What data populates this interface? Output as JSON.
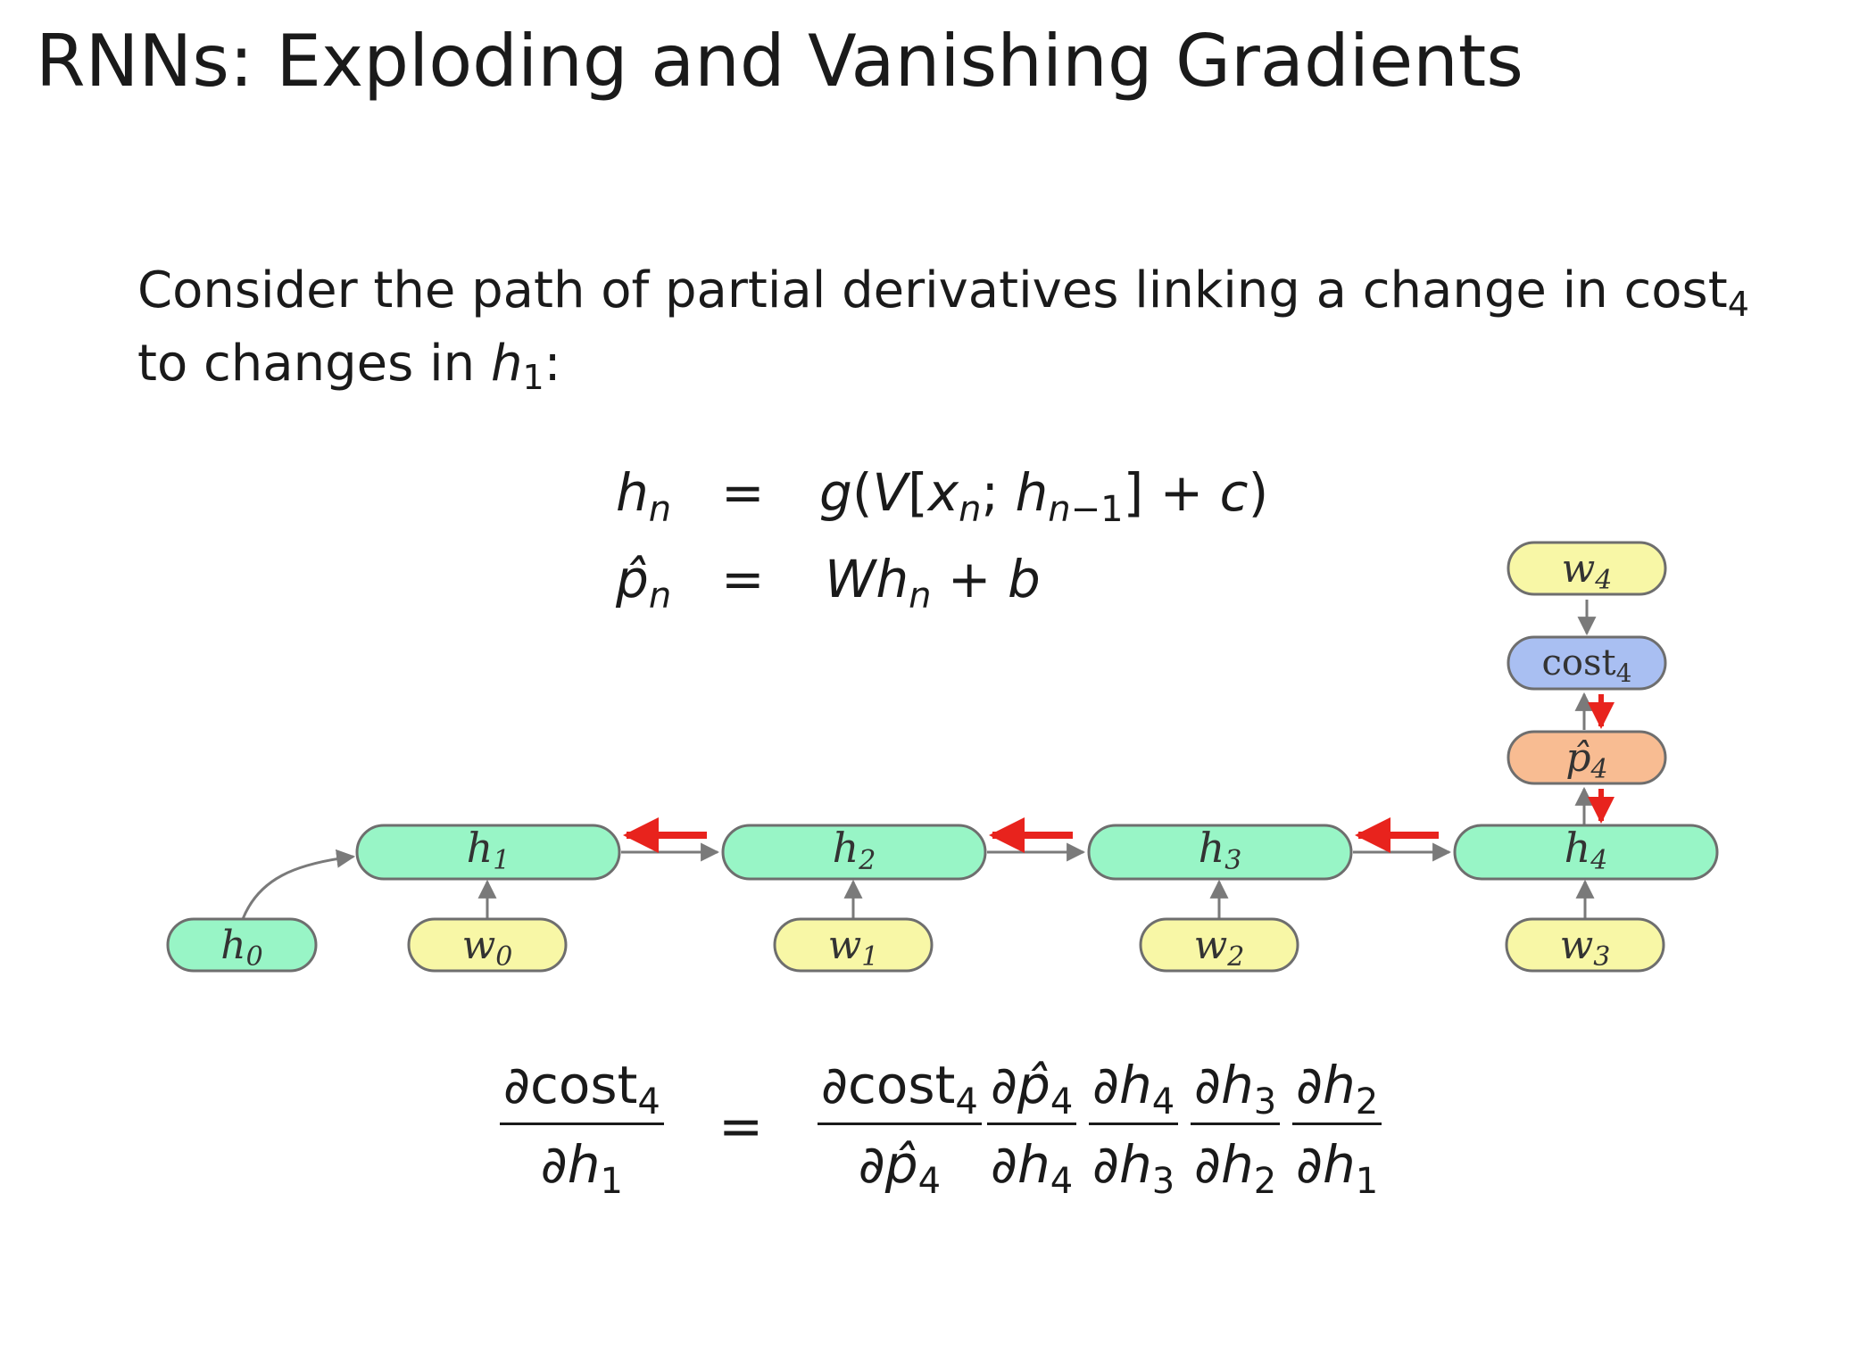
{
  "slide": {
    "title": "RNNs: Exploding and Vanishing Gradients",
    "intro_part1": "Consider the path of partial derivatives linking a change in cost",
    "intro_sub1": "4",
    "intro_part2": " to changes in ",
    "intro_var": "h",
    "intro_sub2": "1",
    "intro_end": ":"
  },
  "equations": {
    "eq1_lhs": "h",
    "eq1_lhs_sub": "n",
    "eq1_eq": "=",
    "eq1_rhs": "g(V[x; h] + c)",
    "eq2_lhs": "p̂",
    "eq2_lhs_sub": "n",
    "eq2_eq": "=",
    "eq2_rhs": "Wh + b"
  },
  "diagram": {
    "nodes": {
      "h0": {
        "label": "h",
        "sub": "0",
        "color": "#98f5c6"
      },
      "h1": {
        "label": "h",
        "sub": "1",
        "color": "#98f5c6"
      },
      "h2": {
        "label": "h",
        "sub": "2",
        "color": "#98f5c6"
      },
      "h3": {
        "label": "h",
        "sub": "3",
        "color": "#98f5c6"
      },
      "h4": {
        "label": "h",
        "sub": "4",
        "color": "#98f5c6"
      },
      "w0": {
        "label": "w",
        "sub": "0",
        "color": "#f8f7a6"
      },
      "w1": {
        "label": "w",
        "sub": "1",
        "color": "#f8f7a6"
      },
      "w2": {
        "label": "w",
        "sub": "2",
        "color": "#f8f7a6"
      },
      "w3": {
        "label": "w",
        "sub": "3",
        "color": "#f8f7a6"
      },
      "w4": {
        "label": "w",
        "sub": "4",
        "color": "#f8f7a6"
      },
      "cost4": {
        "label": "cost",
        "sub": "4",
        "color": "#a9bff2"
      },
      "p4": {
        "label": "p̂",
        "sub": "4",
        "color": "#f8bc92"
      }
    },
    "colors": {
      "edge": "#7a7a7a",
      "gradient": "#e8231d",
      "border": "#6e6e6e"
    }
  },
  "gradient_equation": {
    "lhs_num": "∂cost",
    "lhs_num_sub": "4",
    "lhs_den": "∂h",
    "lhs_den_sub": "1",
    "eq": "=",
    "terms": [
      {
        "num": "∂cost",
        "num_sub": "4",
        "den": "∂p̂",
        "den_sub": "4"
      },
      {
        "num": "∂p̂",
        "num_sub": "4",
        "den": "∂h",
        "den_sub": "4"
      },
      {
        "num": "∂h",
        "num_sub": "4",
        "den": "∂h",
        "den_sub": "3"
      },
      {
        "num": "∂h",
        "num_sub": "3",
        "den": "∂h",
        "den_sub": "2"
      },
      {
        "num": "∂h",
        "num_sub": "2",
        "den": "∂h",
        "den_sub": "1"
      }
    ]
  }
}
